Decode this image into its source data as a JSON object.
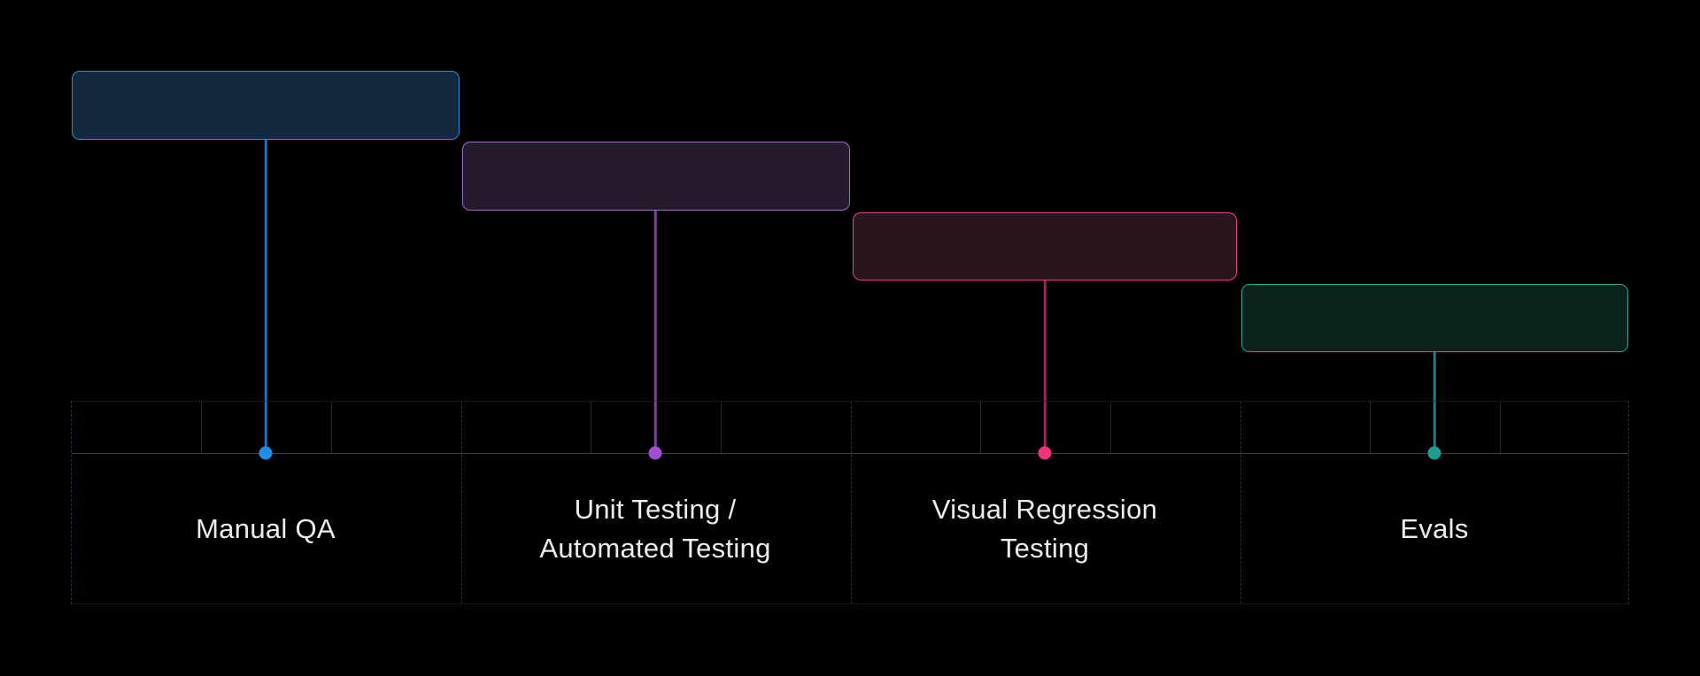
{
  "diagram": {
    "background": "#000000",
    "text_color": "#ededed"
  },
  "stages": [
    {
      "id": "manual-qa",
      "label": "Manual QA",
      "label_lines": [
        "Manual QA"
      ],
      "box_fill": "#13273d",
      "box_border": "#2e8fd8",
      "line_color": "#1a73c2",
      "dot_color": "#208ee8"
    },
    {
      "id": "unit-automated-testing",
      "label": "Unit Testing / Automated Testing",
      "label_lines": [
        "Unit Testing /",
        "Automated Testing"
      ],
      "box_fill": "#251a2e",
      "box_border": "#9e6ad1",
      "line_color": "#7e3fa5",
      "dot_color": "#a14fd2"
    },
    {
      "id": "visual-regression-testing",
      "label": "Visual Regression Testing",
      "label_lines": [
        "Visual Regression",
        "Testing"
      ],
      "box_fill": "#29151c",
      "box_border": "#ef3e8e",
      "line_color": "#9c2460",
      "dot_color": "#f2327f"
    },
    {
      "id": "evals",
      "label": "Evals",
      "label_lines": [
        "Evals"
      ],
      "box_fill": "#0a211c",
      "box_border": "#2aa495",
      "line_color": "#157f82",
      "dot_color": "#1b9e8e"
    }
  ]
}
